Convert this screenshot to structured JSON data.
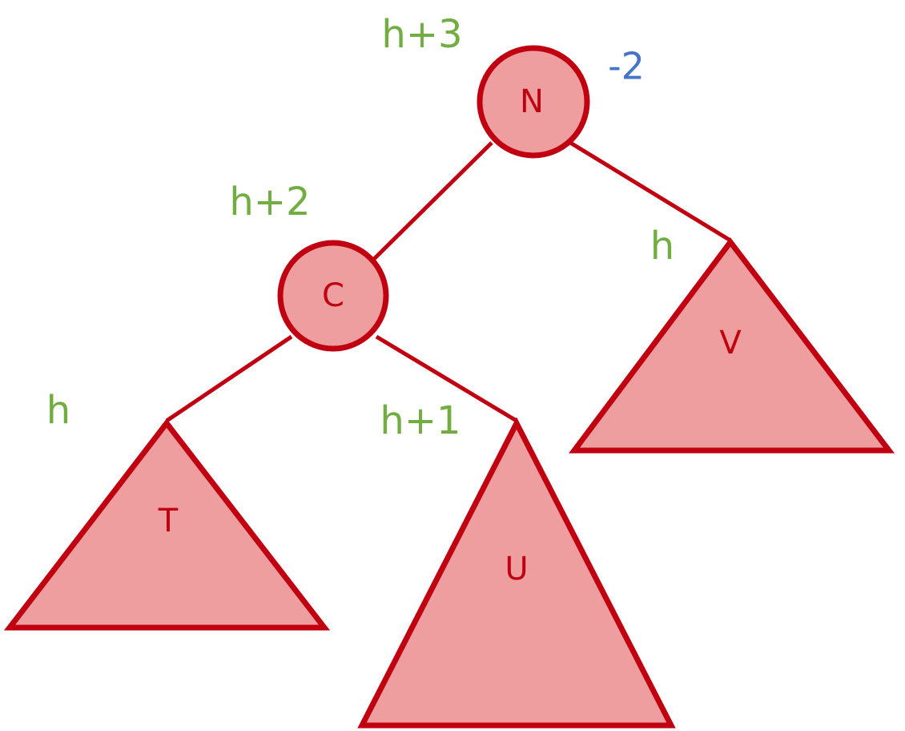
{
  "colors": {
    "fill": "#ee9e9f",
    "stroke": "#c00010",
    "height_label": "#72ad42",
    "balance_label": "#4674c6"
  },
  "nodes": {
    "root": "N",
    "child": "C"
  },
  "subtrees": {
    "t": "T",
    "u": "U",
    "v": "V"
  },
  "heights": {
    "n": "h+3",
    "c": "h+2",
    "t": "h",
    "u": "h+1",
    "v": "h"
  },
  "balance": {
    "n": "-2"
  }
}
